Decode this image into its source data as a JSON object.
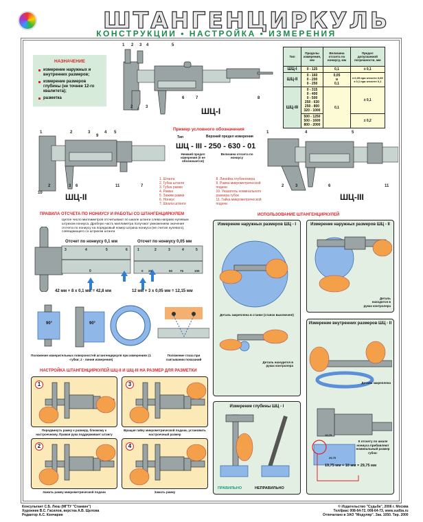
{
  "header": {
    "title": "ШТАНГЕНЦИРКУЛЬ",
    "subtitle": "КОНСТРУКЦИИ • НАСТРОЙКА • ИЗМЕРЕНИЯ"
  },
  "purpose": {
    "title": "НАЗНАЧЕНИЕ",
    "items": [
      "измерение наружных и внутренних размеров;",
      "измерение размеров глубины (не точнее 12-го квалитета);",
      "разметка"
    ]
  },
  "table": {
    "headers": [
      "Тип",
      "Пределы измерения, мм",
      "Величина отсчета по нониусу, мм",
      "Предел допускаемой погрешности, мм"
    ],
    "rows": [
      {
        "type": "ШЦ-I",
        "range": "0 - 125",
        "reading": "0,1",
        "error": "± 0,1"
      },
      {
        "type": "ШЦ-II",
        "range": "0 - 160\n0 - 200\n0 - 250",
        "reading": "0,05\nи\n0,1",
        "error": "± 0,05 при отсчете 0,05\n± 0,1 при отсчете 0,1"
      },
      {
        "type": "ШЦ-III",
        "range": "0 - 315\n0 - 400\n0 - 500\n250 - 630\n250 - 800\n320 - 1000",
        "reading": "0,1",
        "error": "± 0,1"
      },
      {
        "range": "500 - 1250\n500 - 1600\n800 - 2000",
        "error": "± 0,2"
      }
    ]
  },
  "calipers": {
    "sc1": "ШЦ-I",
    "sc2": "ШЦ-II",
    "sc3": "ШЦ-III",
    "labels1": [
      "1",
      "2",
      "3",
      "4",
      "5",
      "6",
      "7",
      "8",
      "2",
      "3"
    ],
    "labels2": [
      "1",
      "2",
      "3",
      "4",
      "5",
      "9",
      "6",
      "7",
      "11",
      "10",
      "2",
      "3"
    ],
    "labels3": [
      "1",
      "4",
      "5",
      "2",
      "3",
      "6",
      "11"
    ]
  },
  "example": {
    "title": "Пример условного обозначения",
    "code": "ШЦ - III - 250 - 630 - 01",
    "type_label": "Тип",
    "upper": "Верхний предел измерения",
    "lower": "Нижний предел измерения (0 не обозначается)",
    "reading": "Величина отсчета по нониусу"
  },
  "parts": [
    "1. Штанга",
    "2. Губка штанги",
    "3. Губка рамки",
    "4. Рамка",
    "5. Зажим рамки",
    "6. Нониус",
    "7. Шкала штанги",
    "8. Линейка глубиномера",
    "9. Рамка микрометрической подачи",
    "10. Указатель номинального размера губок",
    "11. Гайка микрометрической подачи"
  ],
  "reading_rules": {
    "title": "ПРАВИЛА ОТСЧЕТА ПО НОНИУСУ И РАБОТЫ СО ШТАНГЕНЦИРКУЛЕМ",
    "text": "Целое число миллиметров отсчитывают по шкале штанги слева направо нулевым штрихом нониуса. Дробную часть миллиметра получают умножением значения отсчета по нониусу на порядковый номер штриха нониуса (не считая нулевого), совпадающего со штрихом штанги",
    "label1": "Отсчет по нониусу 0,1 мм",
    "label2": "Отсчет по нониусу 0,05 мм",
    "ticks1": [
      "3",
      "4",
      "5",
      "6"
    ],
    "ticks2": [
      "1",
      "2",
      "3",
      "4",
      "5"
    ],
    "vern2": [
      "0",
      "25",
      "50",
      "75",
      "100"
    ],
    "vern1": "0",
    "formula1": "42 мм + 8 х 0,1 мм = 42,8 мм",
    "formula2": "12 мм + 3 х 0,05 мм = 12,15 мм",
    "cap_surfaces": "Положение измерительных поверхностей штангенциркуля при измерениях (1 -губки; 2 - линия измерения)",
    "cap_eye": "Положение глаза при считывании показаний",
    "angle": "90°"
  },
  "setup": {
    "title": "НАСТРОЙКА ШТАНГЕНЦИРКУЛЕЙ ШЦ-II И ШЦ-III НА РАЗМЕР ДЛЯ РАЗМЕТКИ",
    "steps": [
      {
        "n": "1",
        "caption": "Передвинуть рамку к размеру, близкому к настроечному. Правая рука поддерживает штангу"
      },
      {
        "n": "3",
        "caption": "Вращая гайку микрометрической подачи, установить настроечный размер"
      },
      {
        "n": "2",
        "caption": "Зажать рамку микрометрической подачи"
      },
      {
        "n": "4",
        "caption": "Зажать рамку"
      }
    ]
  },
  "usage": {
    "title": "ИСПОЛЬЗОВАНИЕ ШТАНГЕНЦИРКУЛЕЙ",
    "p1_title": "Измерение наружных размеров ШЦ - I",
    "p1_cap": "Деталь закреплена в станке (станок выключен!)",
    "p1_cap2": "Деталь находится в руках контролера",
    "p2_title": "Измерение наружных размеров ШЦ - II",
    "p2_cap": "Деталь находится в руках контролера",
    "p3_title": "Измерение внутренних размеров ШЦ - II",
    "p3_cap": "Деталь закреплена",
    "p3_note": "К отсчету по шкале нониуса прибавляют номинальный размер губок:",
    "p3_formula": "19,75 мм + 10 мм = 29,75 мм",
    "p3_v1": "19,75",
    "p3_v2": "29,75",
    "p4_title": "Измерение глубины ШЦ - I",
    "right": "ПРАВИЛЬНО",
    "wrong": "НЕПРАВИЛЬНО"
  },
  "footer": {
    "credits": "Консультант С.Б. Люш (МГТУ \"Станкин\")\nХудожник В.С. Гасилов, верстка А.В. Щелова\nРедактор А.С. Кончарин",
    "copyright": "© Издательство \"Судьба\", 2006 г. Москва\nТел/факс 008-64-72, 008-64-73, www.sudba.ru\nОтпечатано в ЗАО \"Модуляр\". Зак. 1050. Тир. 2000"
  }
}
